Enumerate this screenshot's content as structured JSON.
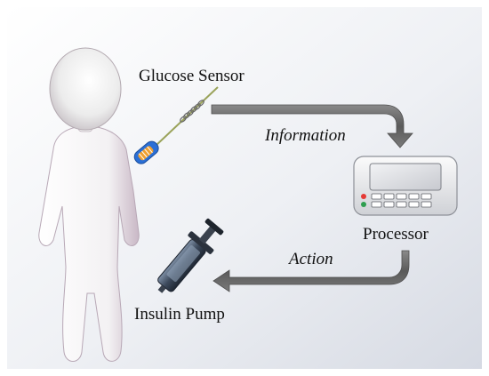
{
  "labels": {
    "glucose_sensor": "Glucose Sensor",
    "information": "Information",
    "processor": "Processor",
    "action": "Action",
    "insulin_pump": "Insulin Pump"
  },
  "icons": {
    "person": "person-figure-icon",
    "sensor": "glucose-sensor-icon",
    "processor": "processor-device-icon",
    "pump": "insulin-pump-syringe-icon",
    "arrow_info": "arrow-right-down-icon",
    "arrow_action": "arrow-left-icon"
  },
  "colors": {
    "background_light": "#ffffff",
    "background_shade": "#d9dde6",
    "figure_fill": "#f4f4f4",
    "figure_shadow": "#b9a9b8",
    "arrow_fill": "#6e6e6e",
    "led_red": "#e53935",
    "led_green": "#2e9e4f",
    "sensor_blue": "#2a6fd6",
    "sensor_orange": "#f0a030"
  }
}
